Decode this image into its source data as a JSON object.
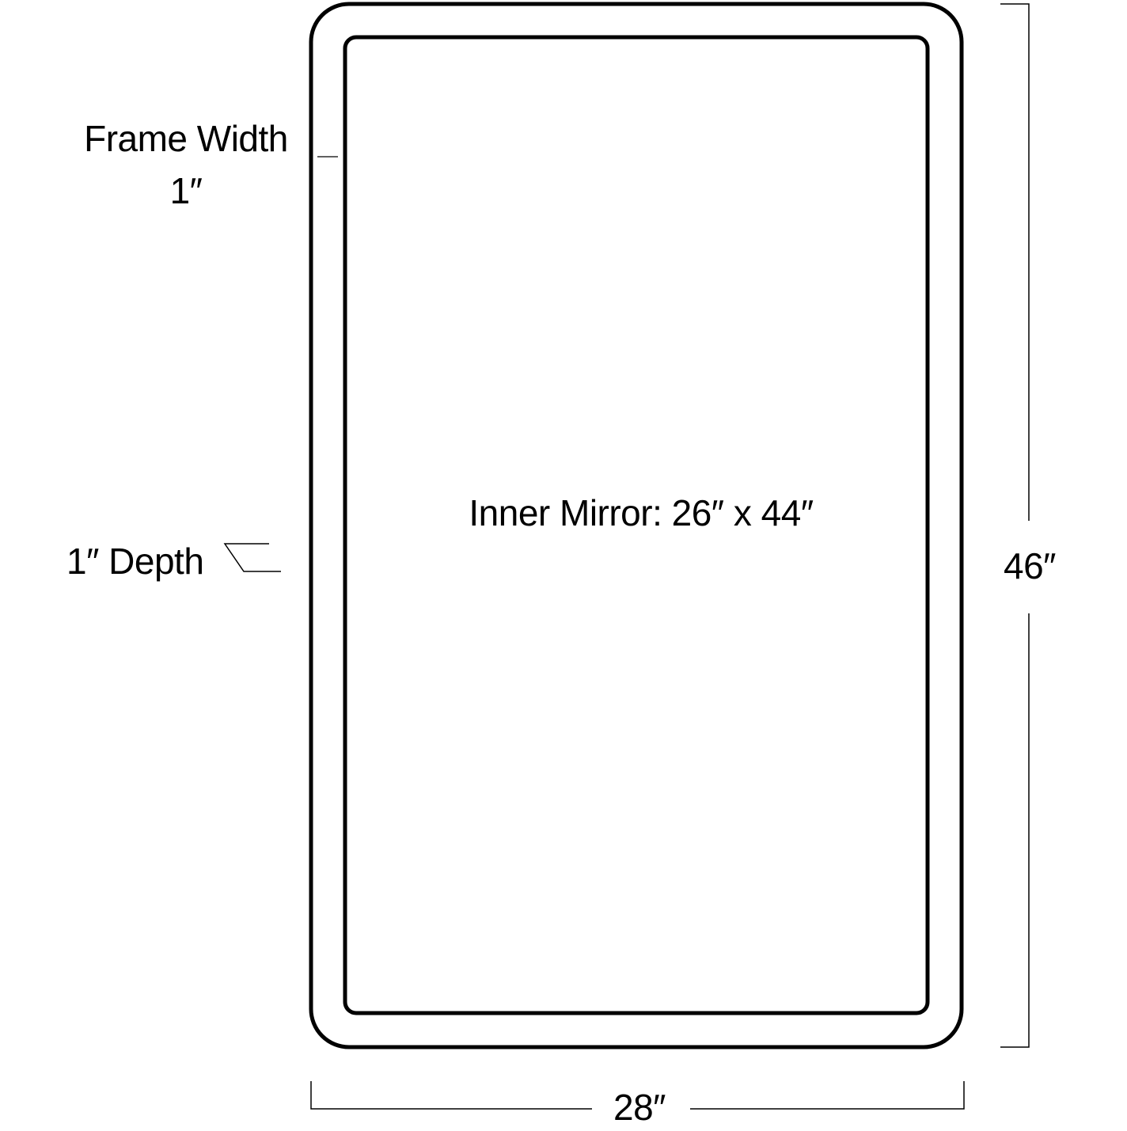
{
  "diagram": {
    "type": "dimension-drawing",
    "subject": "rectangular mirror with rounded corners",
    "labels": {
      "frame_width_title": "Frame Width",
      "frame_width_value": "1″",
      "depth": "1″ Depth",
      "inner_mirror": "Inner Mirror: 26″ x 44″",
      "overall_height": "46″",
      "overall_width": "28″"
    },
    "dimensions": {
      "outer_width_in": 28,
      "outer_height_in": 46,
      "inner_width_in": 26,
      "inner_height_in": 44,
      "frame_width_in": 1,
      "depth_in": 1
    },
    "colors": {
      "stroke": "#000000",
      "background": "#ffffff"
    }
  }
}
